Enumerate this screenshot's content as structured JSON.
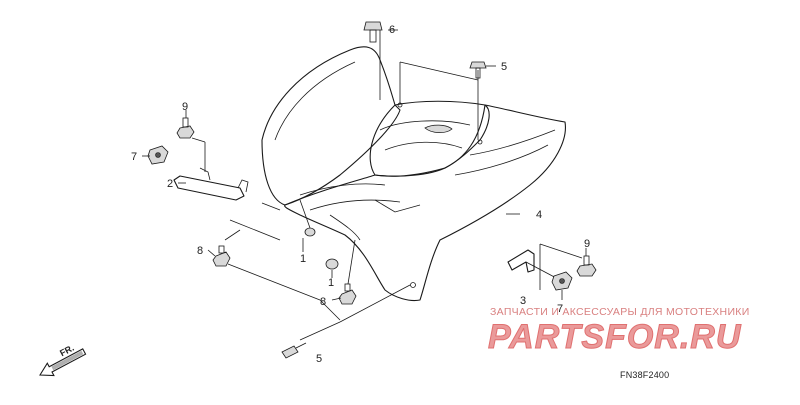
{
  "callouts": {
    "c1a": "1",
    "c1b": "1",
    "c2": "2",
    "c3": "3",
    "c4": "4",
    "c5a": "5",
    "c5b": "5",
    "c6": "6",
    "c7a": "7",
    "c7b": "7",
    "c8a": "8",
    "c8b": "8",
    "c9a": "9",
    "c9b": "9"
  },
  "direction": {
    "label": "FR.",
    "icon": "front-direction-arrow-icon"
  },
  "diagram_code": "FN38F2400",
  "watermark": {
    "subtitle": "ЗАПЧАСТИ И АКСЕССУАРЫ ДЛЯ МОТОТЕХНИКИ",
    "logo": "PARTSFOR.RU",
    "color": "#ea9a9a"
  }
}
